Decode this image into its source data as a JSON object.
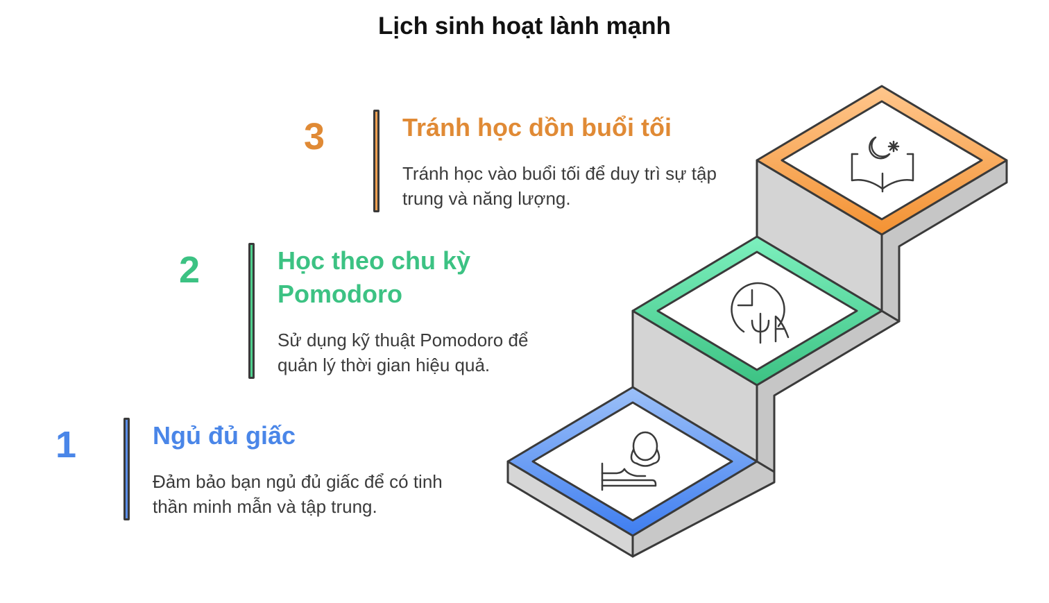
{
  "title": "Lịch sinh hoạt lành mạnh",
  "steps": [
    {
      "number": "1",
      "title": "Ngủ đủ giấc",
      "description": "Đảm bảo bạn ngủ đủ giấc để có tinh thần minh mẫn và tập trung.",
      "color": "#4a86e8",
      "icon": "sleeping-person-icon"
    },
    {
      "number": "2",
      "title": "Học theo chu kỳ Pomodoro",
      "description": "Sử dụng kỹ thuật Pomodoro để quản lý thời gian hiệu quả.",
      "color": "#3cc283",
      "icon": "timer-tool-icon"
    },
    {
      "number": "3",
      "title": "Tránh học dồn buổi tối",
      "description": "Tránh học vào buổi tối để duy trì sự tập trung và năng lượng.",
      "color": "#e08a35",
      "icon": "night-book-icon"
    }
  ]
}
